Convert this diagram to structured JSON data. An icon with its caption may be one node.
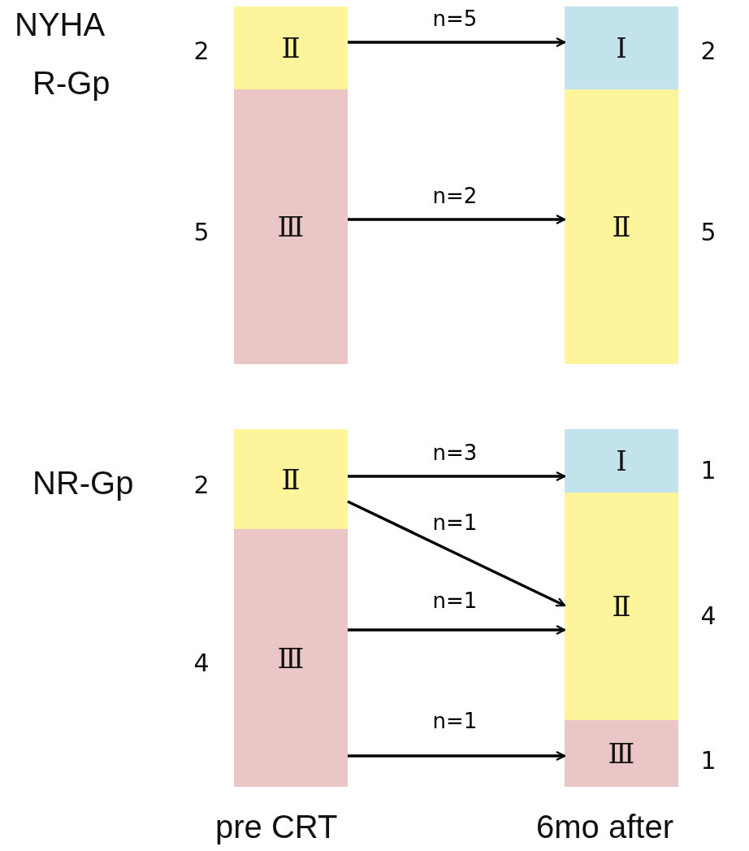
{
  "diagram": {
    "nodes": [
      {
        "text": [
          "Ⅱ"
        ],
        "beside": [
          "2"
        ]
      },
      {
        "text": [
          "Ⅲ"
        ],
        "beside": [
          "5"
        ]
      },
      {
        "text": [
          "Ⅰ"
        ],
        "beside": [
          "2"
        ]
      },
      {
        "text": [
          "Ⅱ"
        ],
        "beside": [
          "5"
        ]
      },
      {
        "text": [
          "Ⅱ"
        ],
        "beside": [
          "2"
        ]
      },
      {
        "text": [
          "Ⅲ"
        ],
        "beside": [
          "4"
        ]
      },
      {
        "text": [
          "Ⅰ"
        ],
        "beside": [
          "1"
        ]
      },
      {
        "text": [
          "Ⅱ"
        ],
        "beside": [
          "4"
        ]
      },
      {
        "text": [
          "Ⅲ"
        ],
        "beside": [
          "1"
        ]
      }
    ],
    "edges": [
      {
        "from": 0,
        "to": 2,
        "arrow": "to",
        "label": "n=5"
      },
      {
        "from": 1,
        "to": 3,
        "arrow": "to",
        "label": "n=2"
      },
      {
        "from": 4,
        "to": 6,
        "arrow": "to",
        "label": "n=3"
      },
      {
        "from": 4,
        "to": 7,
        "arrow": "to",
        "label": "n=1"
      },
      {
        "from": 5,
        "to": 7,
        "arrow": "to",
        "label": "n=1"
      },
      {
        "from": 5,
        "to": 8,
        "arrow": "to",
        "label": "n=1"
      }
    ],
    "labels": [
      "NYHA",
      "R-Gp",
      "NR-Gp",
      "pre CRT",
      "6mo after"
    ]
  }
}
